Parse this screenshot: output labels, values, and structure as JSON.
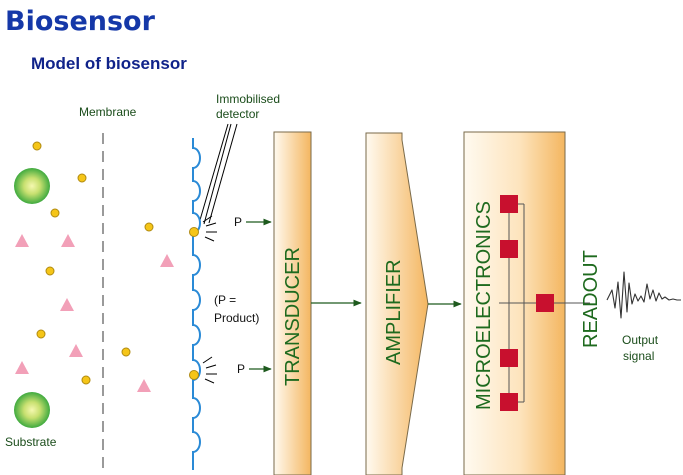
{
  "title": "Biosensor",
  "subtitle": "Model of biosensor",
  "labels": {
    "membrane": "Membrane",
    "detector_line1": "Immobilised",
    "detector_line2": "detector",
    "product_marker": "P",
    "product_note_line1": "(P =",
    "product_note_line2": "Product)",
    "substrate": "Substrate",
    "output_line1": "Output",
    "output_line2": "signal"
  },
  "stages": [
    "TRANSDUCER",
    "AMPLIFIER",
    "MICROELECTRONICS",
    "READOUT"
  ],
  "colors": {
    "title": "#1538a8",
    "subtitle": "#10238a",
    "label_text": "#1b4d1b",
    "stage_text": "#1e6a1e",
    "stage_fill_light": "#fffaf0",
    "stage_fill_dark": "#f4b660",
    "chip": "#c8102e",
    "analyte_small": "#f5c518",
    "analyte_triangle": "#f2a0b8",
    "substrate_sphere": "#3faa3f",
    "detector_line": "#2a8ad6",
    "arrow": "#1e5a1e"
  },
  "icons": [
    "small-molecule-icon",
    "triangle-molecule-icon",
    "substrate-sphere-icon",
    "microchip-icon",
    "signal-waveform-icon"
  ]
}
